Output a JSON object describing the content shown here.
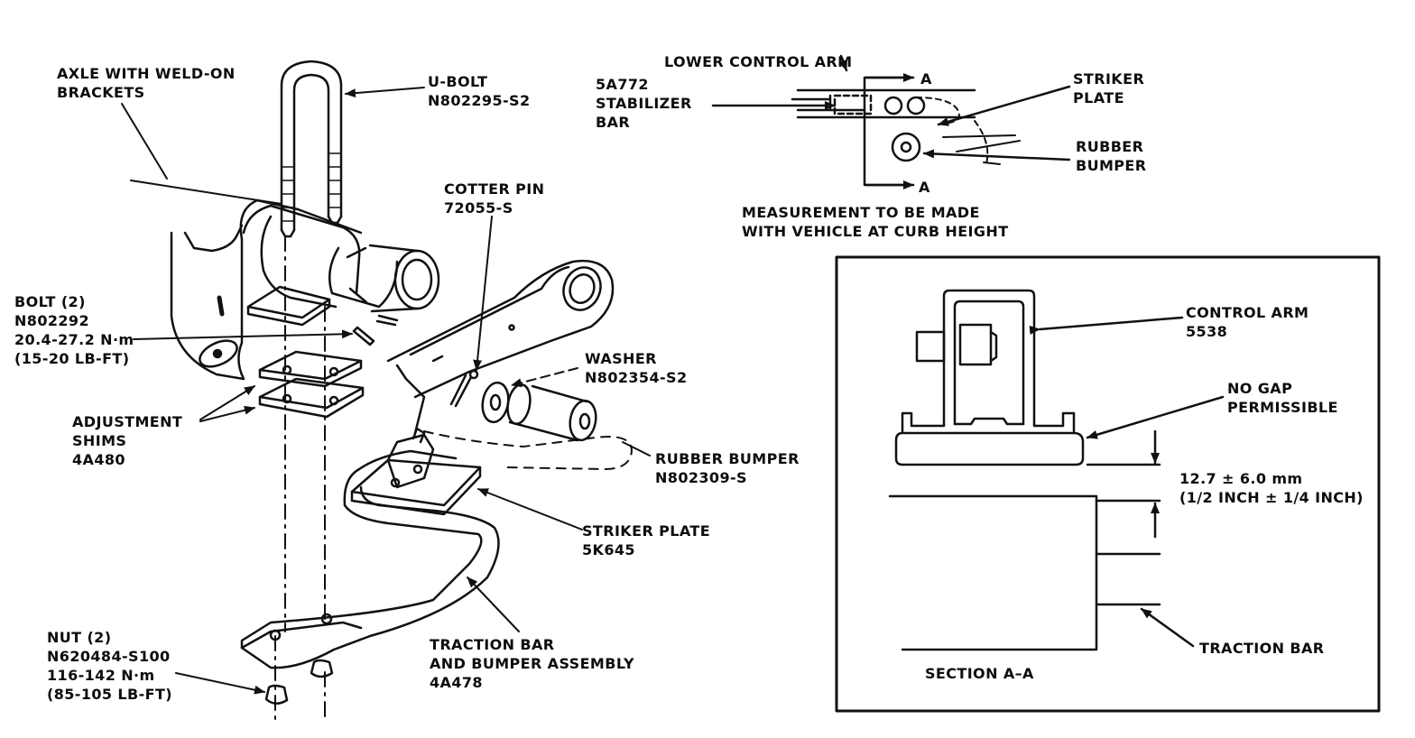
{
  "labels": {
    "axle": [
      "AXLE WITH WELD-ON",
      "BRACKETS"
    ],
    "ubolt": [
      "U-BOLT",
      "N802295-S2"
    ],
    "cotter_pin": [
      "COTTER PIN",
      "72055-S"
    ],
    "bolt": [
      "BOLT (2)",
      "N802292",
      "20.4-27.2 N·m",
      "(15-20 LB-FT)"
    ],
    "adjustment_shims": [
      "ADJUSTMENT",
      "SHIMS",
      "4A480"
    ],
    "washer": [
      "WASHER",
      "N802354-S2"
    ],
    "rubber_bumper_main": [
      "RUBBER BUMPER",
      "N802309-S"
    ],
    "striker_plate_main": [
      "STRIKER PLATE",
      "5K645"
    ],
    "nut": [
      "NUT (2)",
      "N620484-S100",
      "116-142 N·m",
      "(85-105 LB-FT)"
    ],
    "traction_assembly": [
      "TRACTION BAR",
      "AND BUMPER ASSEMBLY",
      "4A478"
    ],
    "lower_control_arm": [
      "LOWER CONTROL ARM"
    ],
    "stabilizer": [
      "5A772",
      "STABILIZER",
      "BAR"
    ],
    "striker_plate_top": [
      "STRIKER",
      "PLATE"
    ],
    "rubber_bumper_top": [
      "RUBBER",
      "BUMPER"
    ],
    "section_arrow_a_top": "A",
    "section_arrow_a_bottom": "A",
    "measurement_note": [
      "MEASUREMENT TO BE MADE",
      "WITH VEHICLE AT CURB HEIGHT"
    ],
    "control_arm": [
      "CONTROL ARM",
      "5538"
    ],
    "no_gap": [
      "NO GAP",
      "PERMISSIBLE"
    ],
    "dimension": [
      "12.7 ± 6.0 mm",
      "(1/2 INCH ± 1/4 INCH)"
    ],
    "traction_bar_section": [
      "TRACTION BAR"
    ],
    "section_title": [
      "SECTION A–A"
    ]
  }
}
